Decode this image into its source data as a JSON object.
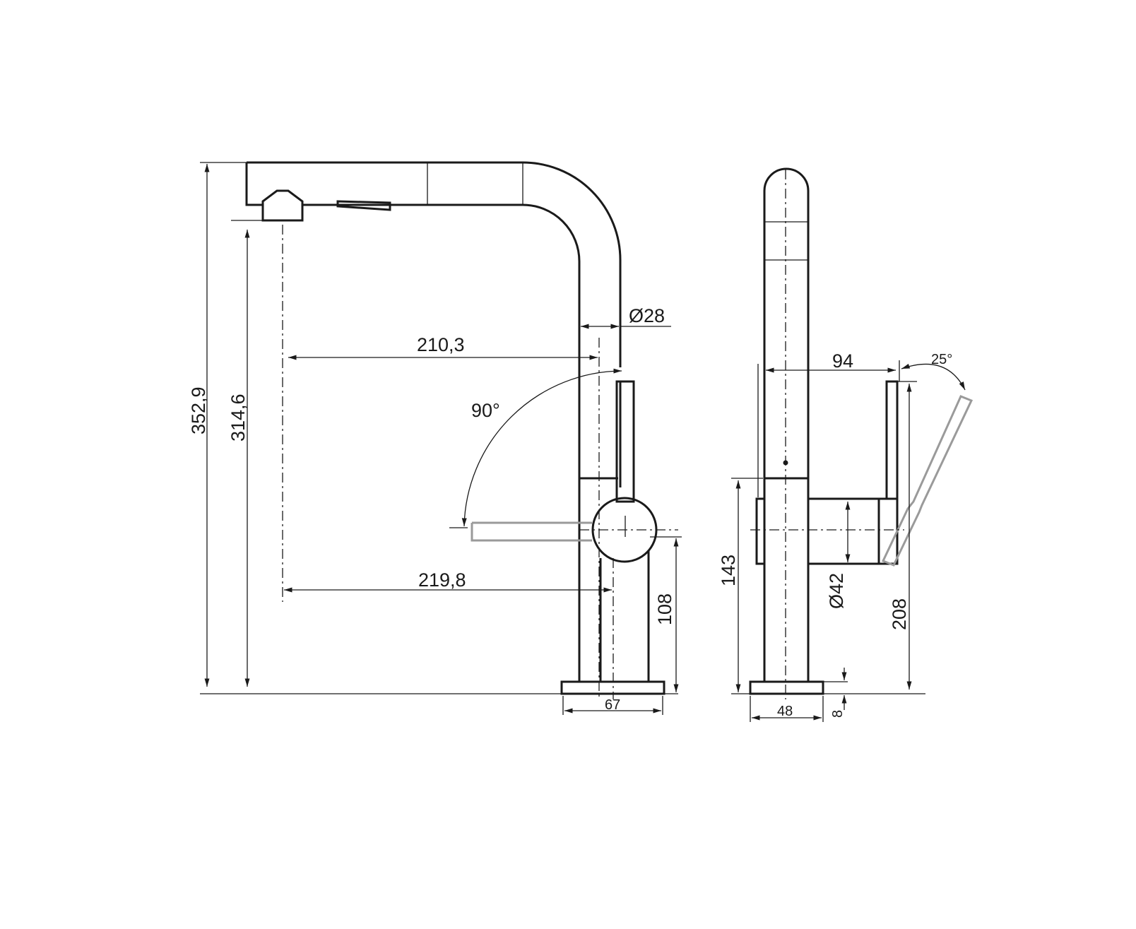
{
  "drawing": {
    "front_view": {
      "total_height": "352,9",
      "spout_clearance": "314,6",
      "reach_to_body_axis": "210,3",
      "reach_to_base_axis": "219,8",
      "pipe_diameter": "Ø28",
      "lever_rotation": "90°",
      "handle_axis_height": "108",
      "base_width": "67"
    },
    "side_view": {
      "lever_offset": "94",
      "lever_tilt": "25°",
      "joint_height": "143",
      "cartridge_diameter": "Ø42",
      "lever_top_height": "208",
      "base_width": "48",
      "base_thickness": "8"
    }
  }
}
